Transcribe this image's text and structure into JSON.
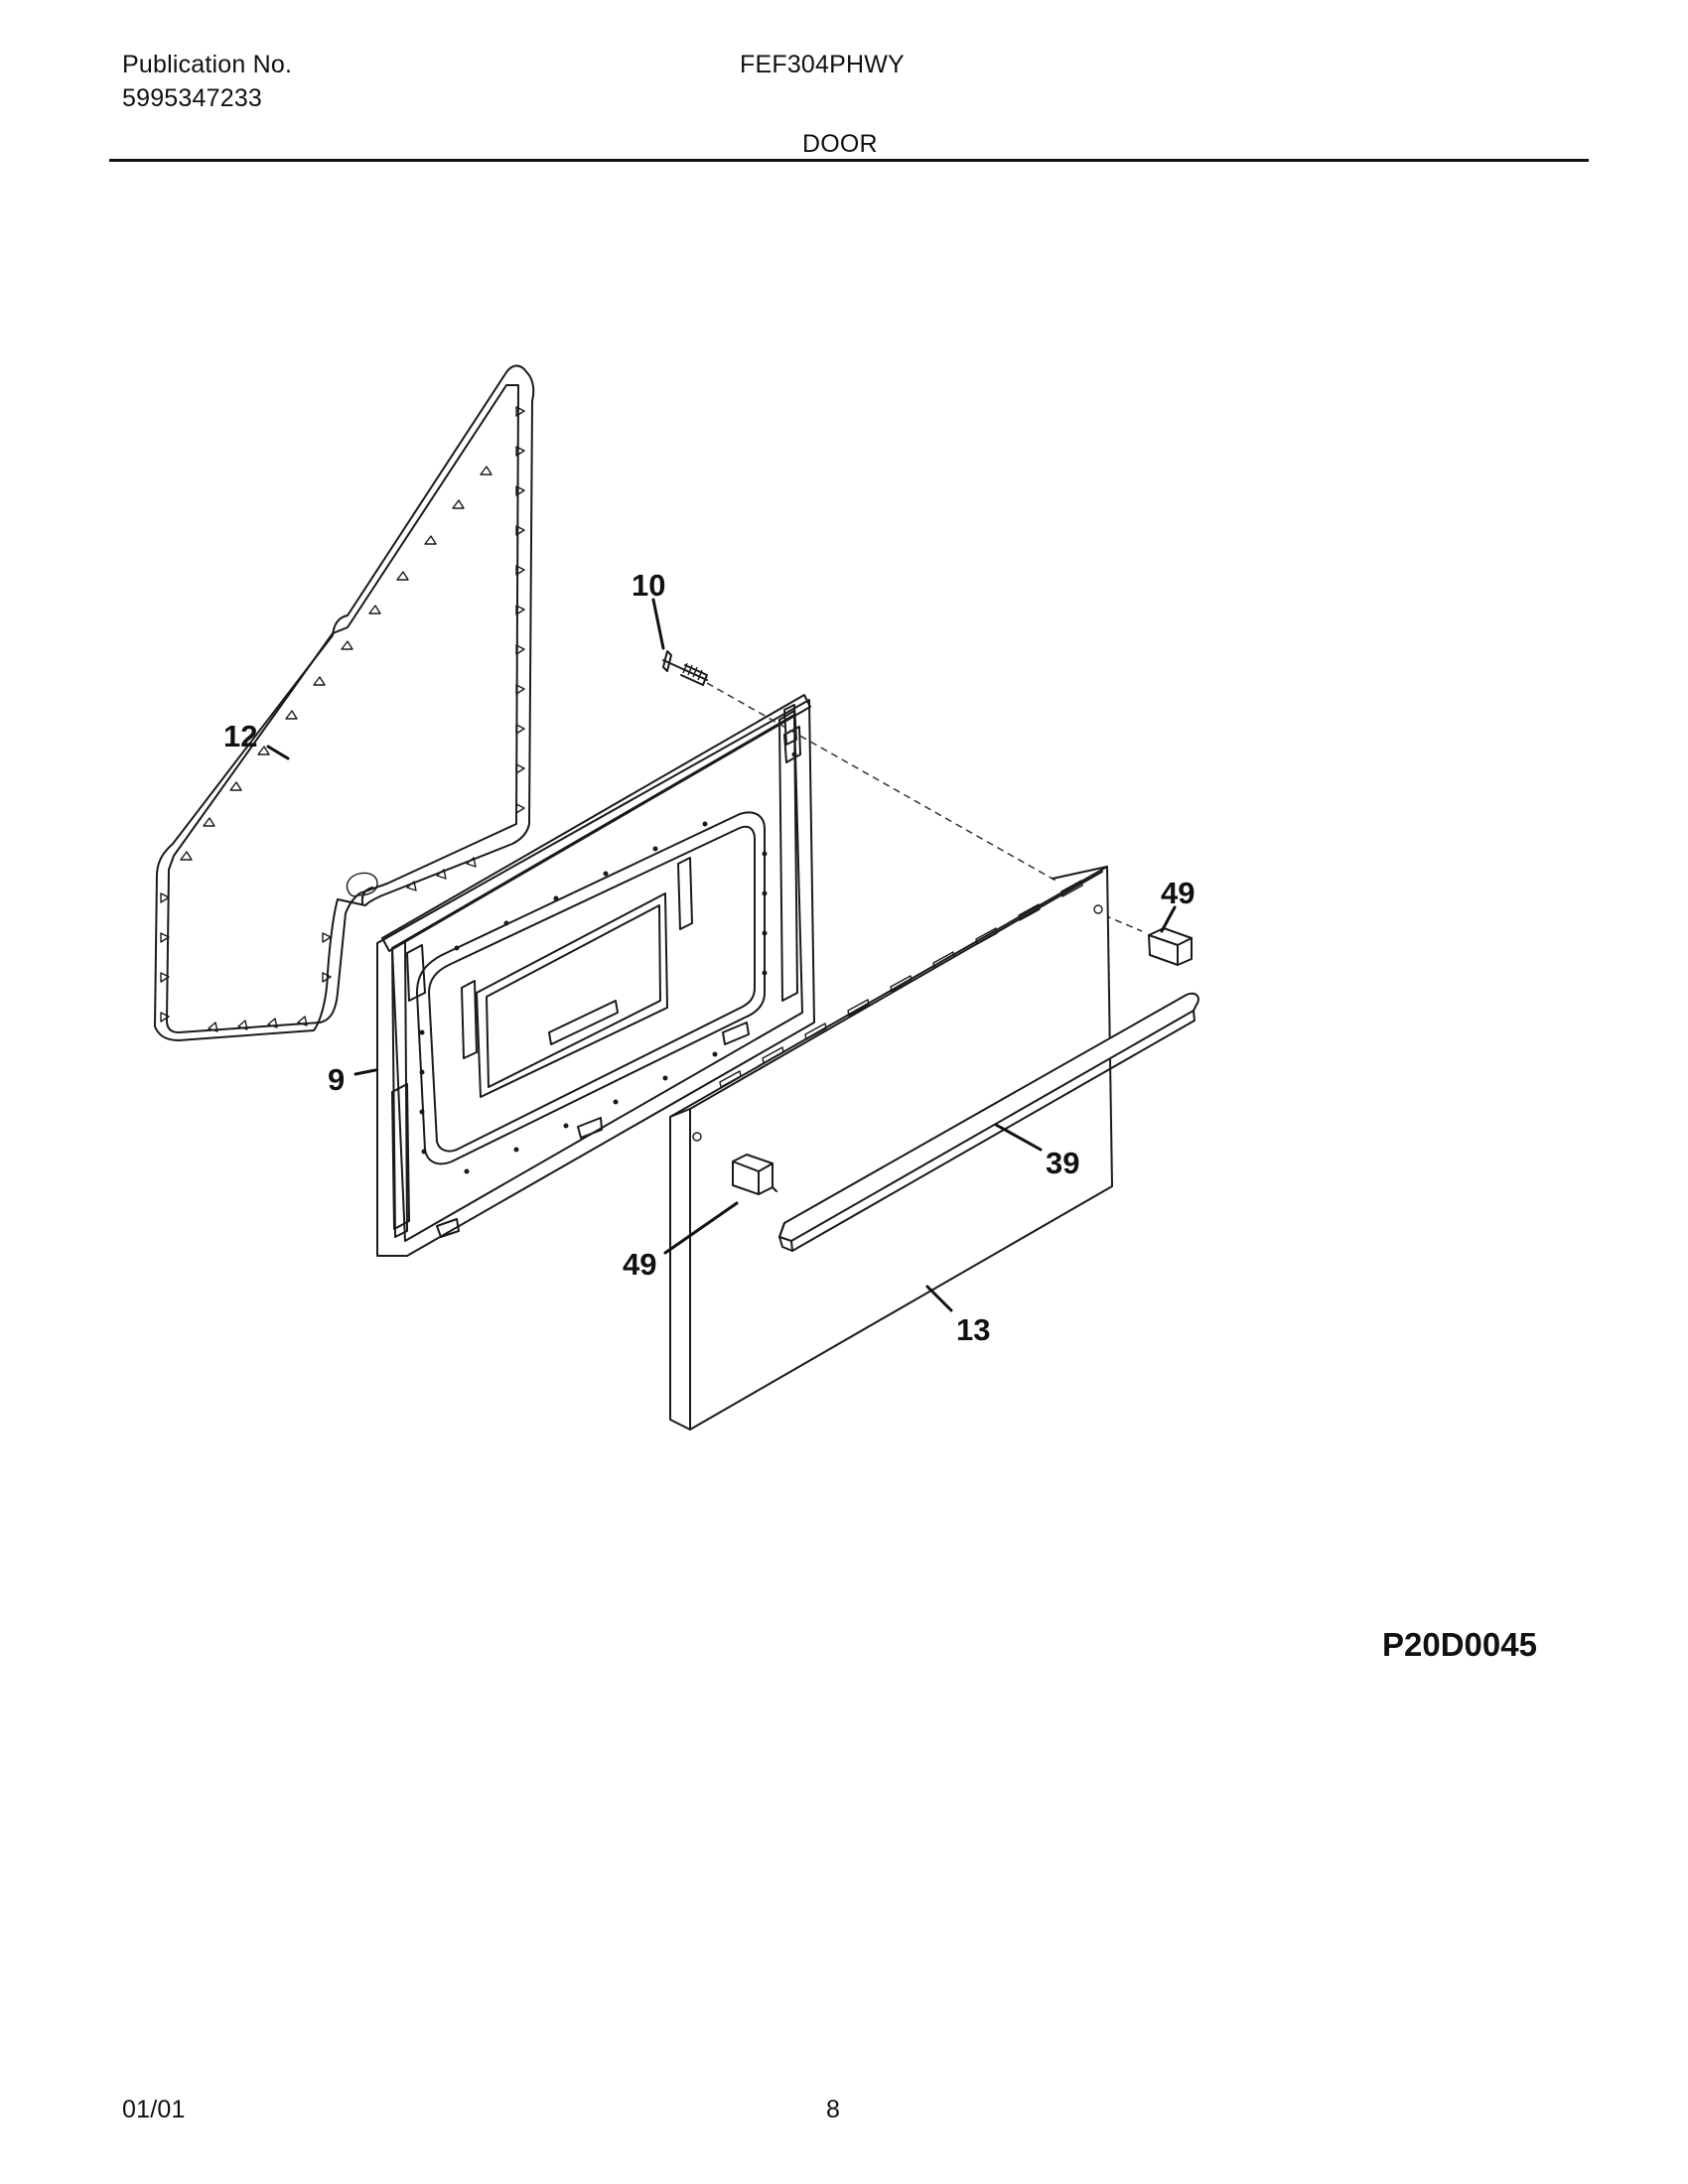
{
  "header": {
    "publication_label": "Publication No.",
    "publication_number": "5995347233",
    "model": "FEF304PHWY",
    "section_title": "DOOR"
  },
  "diagram": {
    "code": "P20D0045",
    "callouts": {
      "c10": "10",
      "c12": "12",
      "c9": "9",
      "c49_top": "49",
      "c39": "39",
      "c49_bottom": "49",
      "c13": "13"
    }
  },
  "footer": {
    "date": "01/01",
    "page_number": "8"
  }
}
